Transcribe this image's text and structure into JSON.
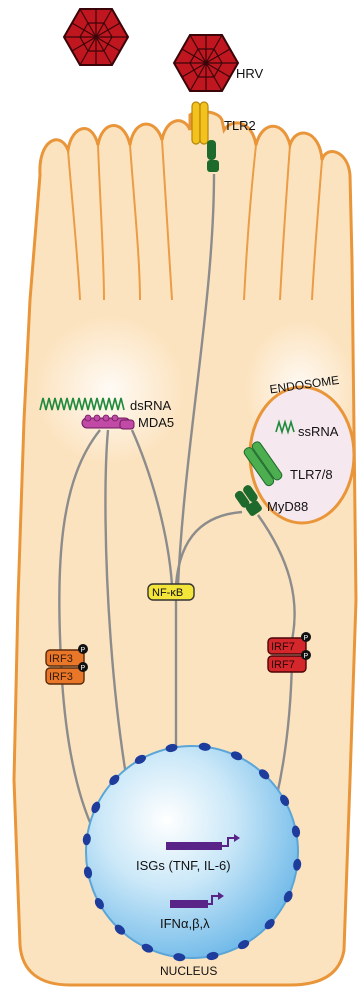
{
  "labels": {
    "hrv": "HRV",
    "tlr2": "TLR2",
    "endosome": "ENDOSOME",
    "ssrna": "ssRNA",
    "tlr78": "TLR7/8",
    "myd88": "MyD88",
    "dsrna": "dsRNA",
    "mda5": "MDA5",
    "nfkb": "NF-κB",
    "irf_left_top": "IRF3",
    "irf_left_bottom": "IRF3",
    "irf_right_top": "IRF7",
    "irf_right_bottom": "IRF7",
    "phospho": "P",
    "isgs": "ISGs (TNF, IL-6)",
    "ifn": "IFNα,β,λ",
    "nucleus": "NUCLEUS"
  },
  "colors": {
    "cell_fill": "#fce3bf",
    "cell_stroke": "#e9963a",
    "virus": "#c01620",
    "tlr2": "#f3c21c",
    "tlr_green": "#4cae4f",
    "dark_green": "#1e6a2c",
    "mda5": "#c04aa6",
    "nfkb": "#f4e53a",
    "irf3": "#e8772a",
    "irf7": "#d4272b",
    "arrow": "#8c8c8c",
    "nucleus": "#8ccbf0",
    "nucleus_pore": "#1e3c9c",
    "gene": "#5a2388",
    "endosome_fill": "#f6e8ef"
  }
}
